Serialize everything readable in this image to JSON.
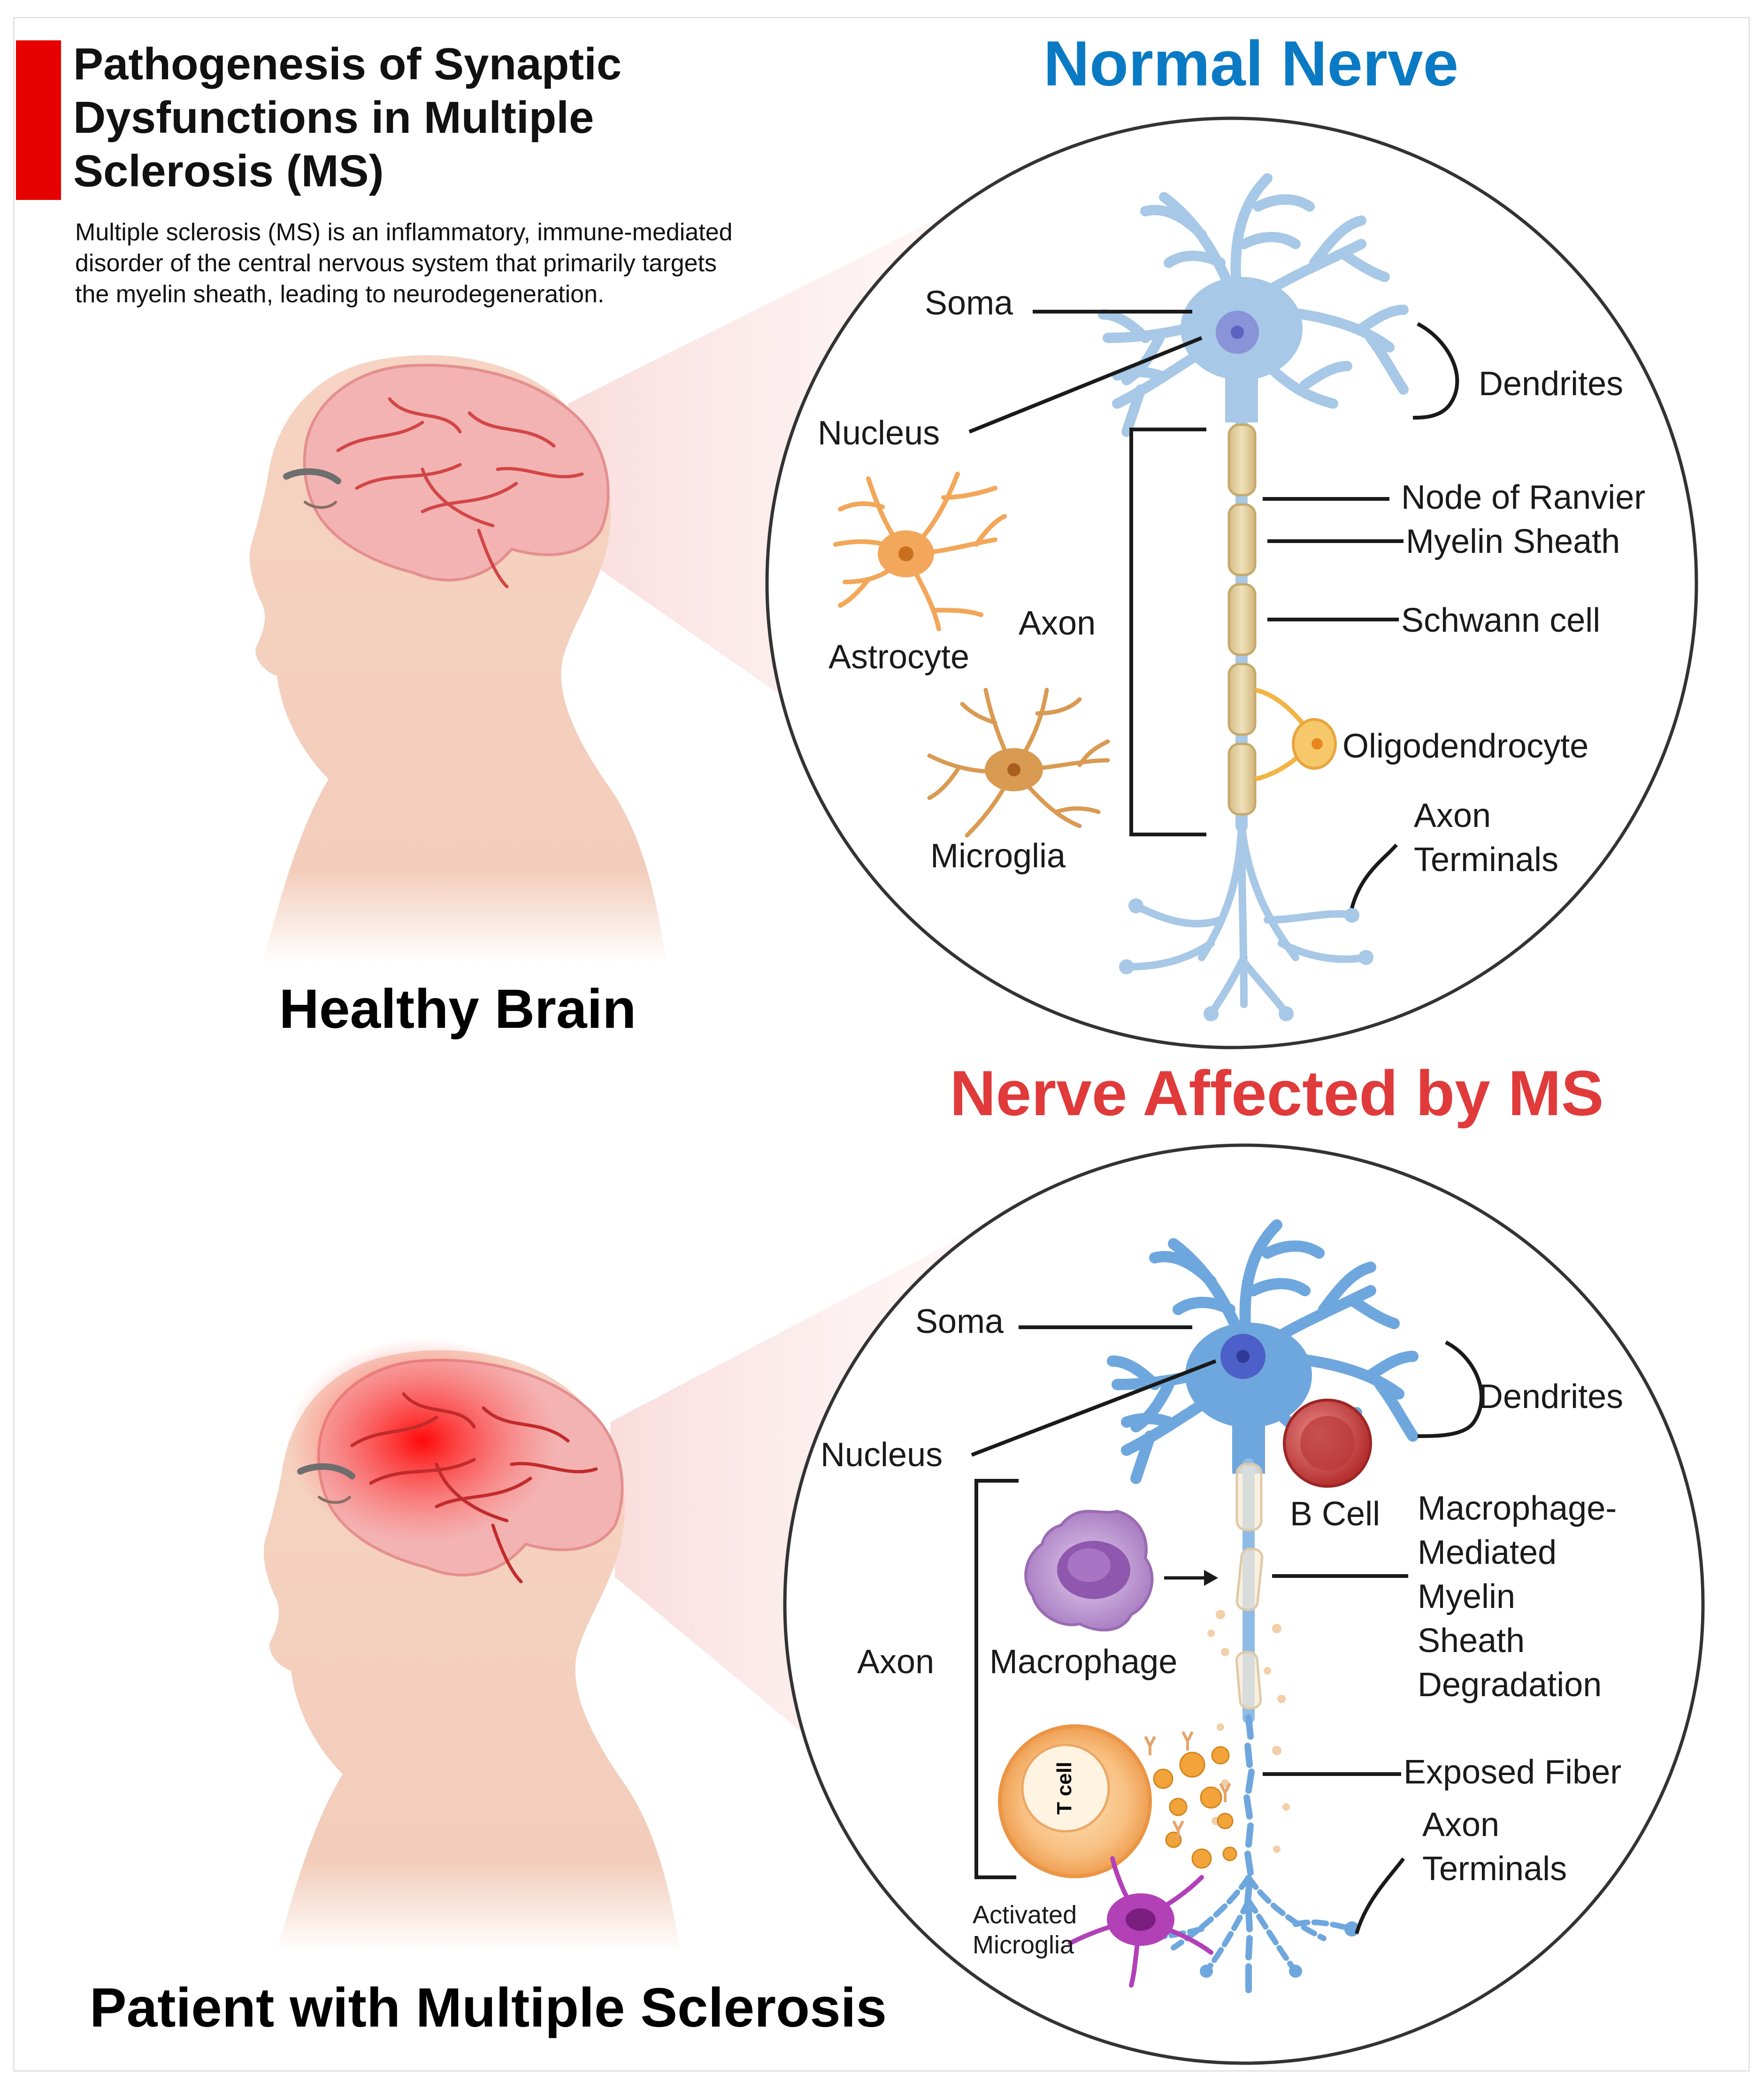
{
  "header": {
    "title": "Pathogenesis of Synaptic Dysfunctions in Multiple Sclerosis (MS)",
    "intro": "Multiple sclerosis (MS) is an inflammatory, immune-mediated disorder of the central nervous system that primarily targets the myelin sheath, leading to neurodegeneration.",
    "accent_color": "#e60000"
  },
  "normal_panel": {
    "title": "Normal Nerve",
    "title_color": "#0a7ac4",
    "caption": "Healthy Brain",
    "labels": {
      "soma": "Soma",
      "nucleus": "Nucleus",
      "dendrites": "Dendrites",
      "node_of_ranvier": "Node of Ranvier",
      "myelin_sheath": "Myelin Sheath",
      "axon": "Axon",
      "schwann_cell": "Schwann cell",
      "astrocyte": "Astrocyte",
      "oligodendrocyte": "Oligodendrocyte",
      "microglia": "Microglia",
      "axon_terminals_1": "Axon",
      "axon_terminals_2": "Terminals"
    }
  },
  "ms_panel": {
    "title": "Nerve Affected by MS",
    "title_color": "#e03a3a",
    "caption": "Patient with Multiple Sclerosis",
    "labels": {
      "soma": "Soma",
      "nucleus": "Nucleus",
      "dendrites": "Dendrites",
      "b_cell": "B Cell",
      "degradation_1": "Macrophage-",
      "degradation_2": "Mediated",
      "degradation_3": "Myelin",
      "degradation_4": "Sheath",
      "degradation_5": "Degradation",
      "axon": "Axon",
      "macrophage": "Macrophage",
      "t_cell": "T cell",
      "exposed_fiber": "Exposed Fiber",
      "axon_terminals_1": "Axon",
      "axon_terminals_2": "Terminals",
      "activated_microglia_1": "Activated",
      "activated_microglia_2": "Microglia"
    }
  },
  "colors": {
    "neuron_blue": "#a7c8e6",
    "neuron_blue_ms": "#6ea7dd",
    "myelin": "#dcc795",
    "astrocyte": "#f2a75a",
    "microglia": "#d99a52",
    "skin": "#f6d3c2",
    "brain": "#f4b3b3",
    "inflammation": "#ff1a1a",
    "b_cell": "#c94040",
    "macrophage": "#b98ad0",
    "t_cell": "#f7b26a"
  }
}
